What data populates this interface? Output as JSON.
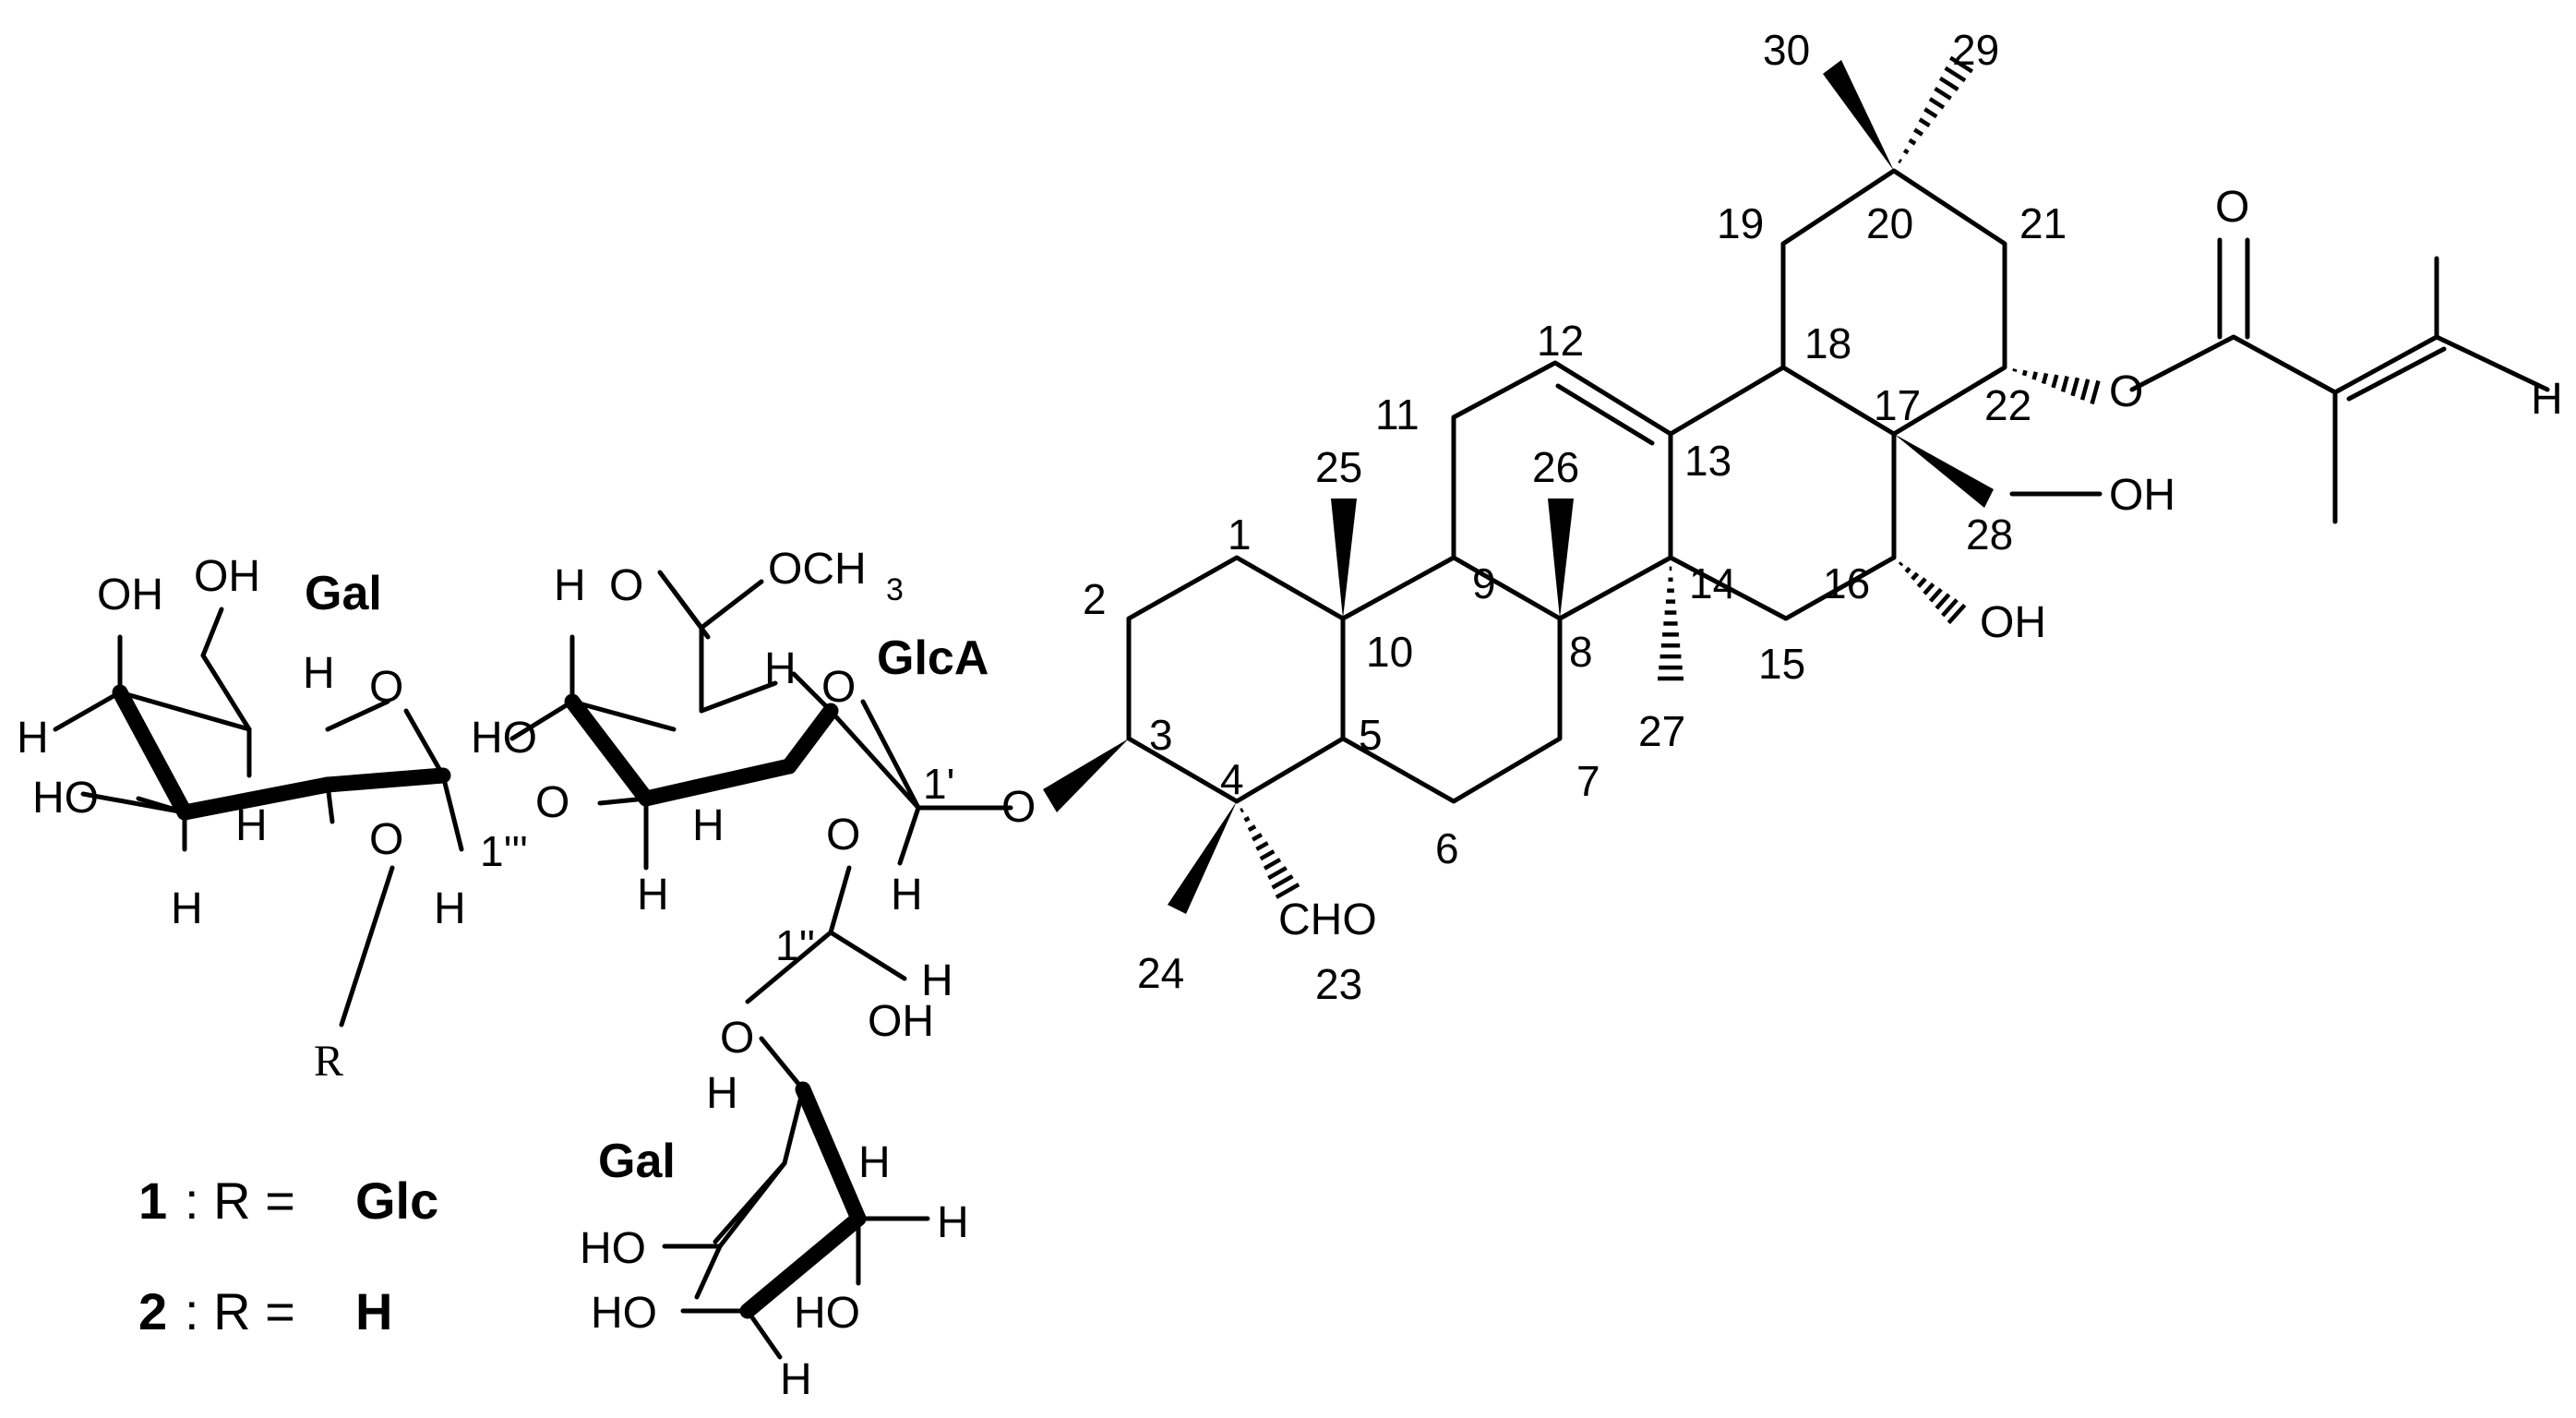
{
  "numbers": {
    "n1": "1",
    "n2": "2",
    "n3": "3",
    "n4": "4",
    "n5": "5",
    "n6": "6",
    "n7": "7",
    "n8": "8",
    "n9": "9",
    "n10": "10",
    "n11": "11",
    "n12": "12",
    "n13": "13",
    "n14": "14",
    "n15": "15",
    "n16": "16",
    "n17": "17",
    "n18": "18",
    "n19": "19",
    "n20": "20",
    "n21": "21",
    "n22": "22",
    "n23": "23",
    "n24": "24",
    "n25": "25",
    "n26": "26",
    "n27": "27",
    "n28": "28",
    "n29": "29",
    "n30": "30",
    "p1": "1'",
    "p1b": "1''",
    "p1c": "1'''"
  },
  "atoms": {
    "cho": "CHO",
    "oh": "OH",
    "o": "O",
    "h": "H",
    "ho": "HO",
    "och3": "OCH",
    "och3_sub": "3",
    "r": "R"
  },
  "sugars": {
    "gal_top": "Gal",
    "glca": "GlcA",
    "gal_bottom": "Gal"
  },
  "compounds": [
    {
      "num": "1",
      "sep": ": R =",
      "group": "Glc"
    },
    {
      "num": "2",
      "sep": ": R =",
      "group": "H"
    }
  ]
}
